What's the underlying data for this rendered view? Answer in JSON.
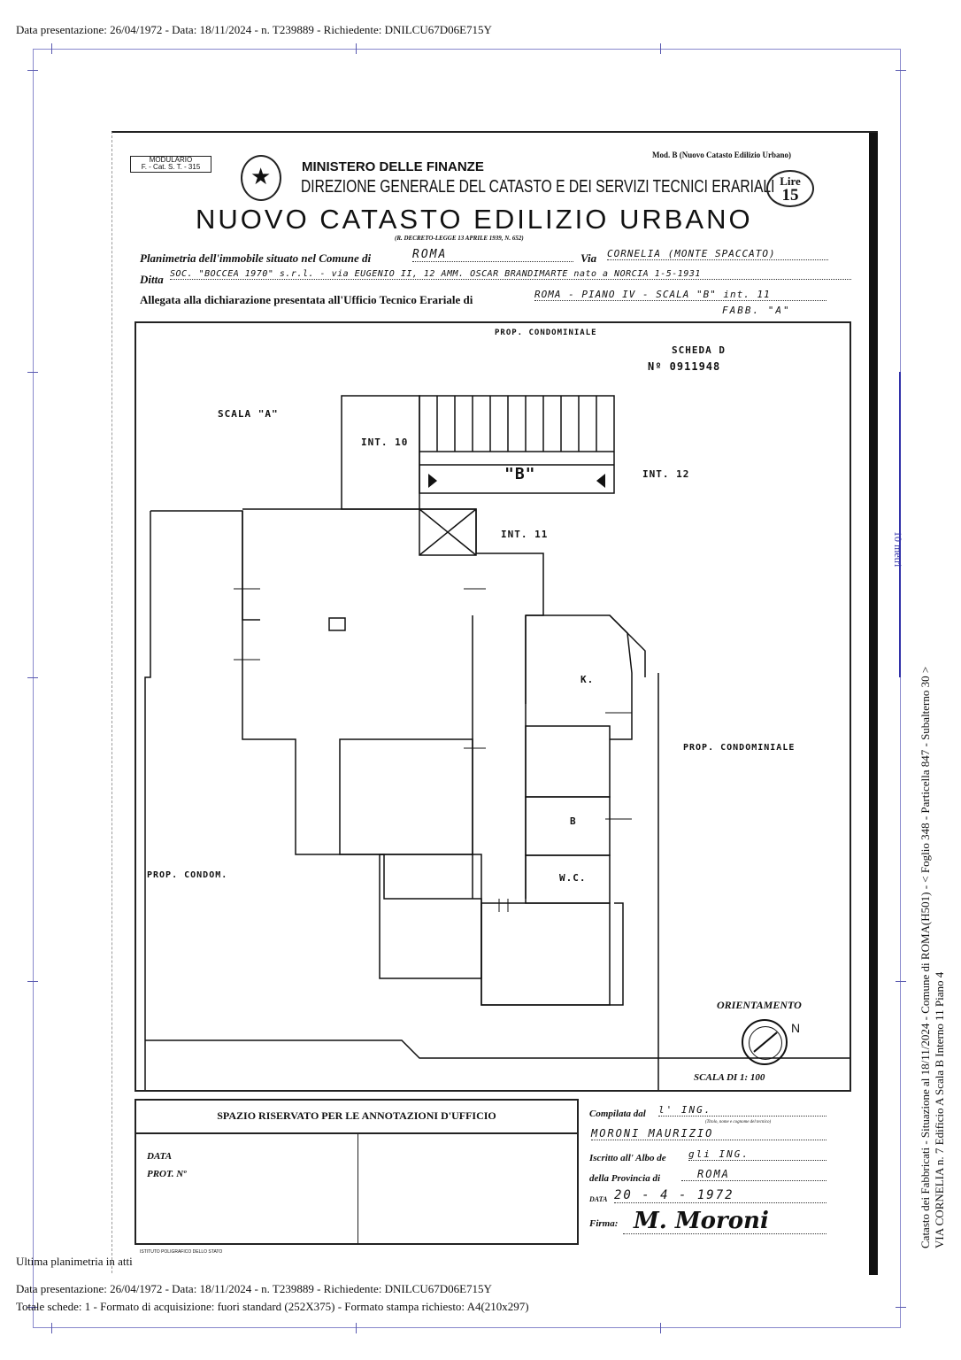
{
  "header": {
    "top_line": "Data presentazione: 26/04/1972 - Data: 18/11/2024 - n. T239889 - Richiedente: DNILCU67D06E715Y"
  },
  "sheet": {
    "modulario": "MODULARIO",
    "modulario_code": "F. - Cat. S. T. - 315",
    "mod_b": "Mod. B (Nuovo Catasto Edilizio Urbano)",
    "ministry": "MINISTERO DELLE FINANZE",
    "direction": "DIREZIONE GENERALE DEL CATASTO E DEI SERVIZI TECNICI ERARIALI",
    "title": "NUOVO CATASTO EDILIZIO URBANO",
    "decree": "(R. DECRETO-LEGGE 13 APRILE 1939, N. 652)",
    "lire_label": "Lire",
    "lire_value": "15",
    "line1_label": "Planimetria dell'immobile situato nel Comune di",
    "line1_comune": "ROMA",
    "line1_via_label": "Via",
    "line1_via": "CORNELIA (MONTE SPACCATO)",
    "line2_label": "Ditta",
    "line2_value": "SOC. \"BOCCEA 1970\" s.r.l. - via EUGENIO II, 12 AMM. OSCAR BRANDIMARTE nato a NORCIA 1-5-1931",
    "line3_label": "Allegata alla dichiarazione presentata all'Ufficio Tecnico Erariale di",
    "line3_value": "ROMA - PIANO IV - SCALA \"B\" int. 11",
    "line3_extra": "FABB. \"A\""
  },
  "plan": {
    "prop_condominiale_top": "PROP. CONDOMINIALE",
    "scheda": "SCHEDA D",
    "scheda_no": "Nº 0911948",
    "scala_a": "SCALA \"A\"",
    "int10": "INT. 10",
    "scala_b": "\"B\"",
    "int12": "INT. 12",
    "int11": "INT. 11",
    "k": "K.",
    "prop_condominiale_right": "PROP. CONDOMINIALE",
    "b_room": "B",
    "wc": "W.C.",
    "prop_condom": "PROP. CONDOM.",
    "orientamento": "ORIENTAMENTO",
    "north": "N",
    "scala": "SCALA DI 1: 100"
  },
  "annotations": {
    "title": "SPAZIO RISERVATO PER LE ANNOTAZIONI D'UFFICIO",
    "data": "DATA",
    "prot": "PROT. Nº",
    "printer": "ISTITUTO POLIGRAFICO DELLO STATO"
  },
  "compiler": {
    "compilata_label": "Compilata dal",
    "compilata_value": "l' ING.",
    "compilata_note": "(Titolo, nome e cognome del tecnico)",
    "name": "MORONI MAURIZIO",
    "iscritto_label": "Iscritto all' Albo de",
    "iscritto_value": "gli ING.",
    "provincia_label": "della Provincia di",
    "provincia_value": "ROMA",
    "data_label": "DATA",
    "data_value": "20 - 4 - 1972",
    "firma_label": "Firma:",
    "firma_value": "M. Moroni"
  },
  "side": {
    "scale_label": "10 metri",
    "line1": "Catasto dei Fabbricati - Situazione al 18/11/2024 - Comune di ROMA(H501) - < Foglio 348 - Particella  847 - Subalterno 30 >",
    "line2": "VIA CORNELIA n. 7  Edificio A Scala B Interno 11 Piano 4"
  },
  "footer": {
    "ultima": "Ultima planimetria in atti",
    "line1": "Data presentazione: 26/04/1972 - Data: 18/11/2024 - n. T239889 - Richiedente: DNILCU67D06E715Y",
    "line2": "Totale schede: 1 - Formato di acquisizione: fuori standard (252X375) - Formato stampa richiesto: A4(210x297)"
  },
  "colors": {
    "frame": "#8888cc",
    "scale_bar": "#3333aa"
  }
}
